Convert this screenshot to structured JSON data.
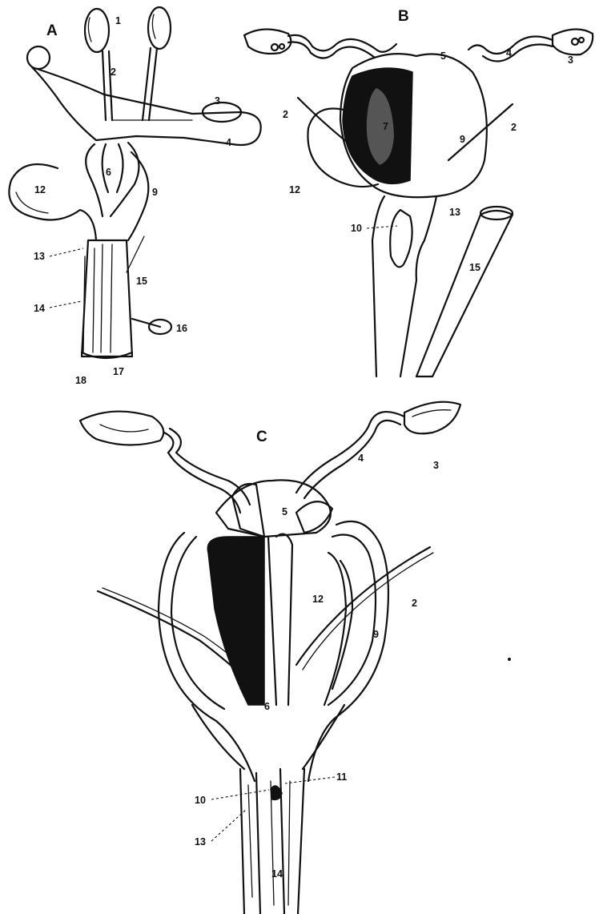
{
  "panels": {
    "a": {
      "letter": "A",
      "labels": {
        "l1": "1",
        "l2": "2",
        "l3": "3",
        "l4": "4",
        "l6": "6",
        "l9": "9",
        "l12": "12",
        "l13": "13",
        "l14": "14",
        "l15": "15",
        "l16": "16",
        "l17": "17",
        "l18": "18"
      }
    },
    "b": {
      "letter": "B",
      "labels": {
        "l2_left": "2",
        "l2_right": "2",
        "l3": "3",
        "l4": "4",
        "l5": "5",
        "l7": "7",
        "l9": "9",
        "l10": "10",
        "l12": "12",
        "l13": "13",
        "l15": "15"
      }
    },
    "c": {
      "letter": "C",
      "labels": {
        "l2": "2",
        "l3": "3",
        "l4": "4",
        "l5": "5",
        "l6": "6",
        "l9": "9",
        "l10": "10",
        "l11": "11",
        "l12": "12",
        "l13": "13",
        "l14": "14"
      }
    }
  },
  "colors": {
    "ink": "#111111",
    "paper": "#ffffff"
  }
}
